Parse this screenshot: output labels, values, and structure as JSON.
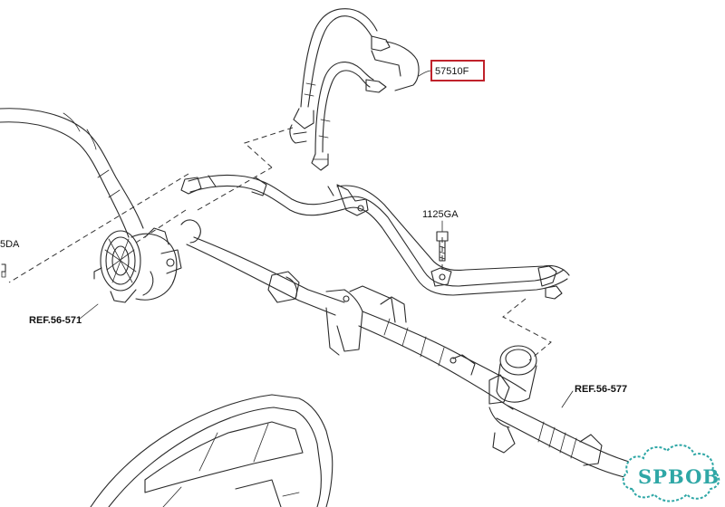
{
  "labels": {
    "part_main": "57510F",
    "part_bolt": "1125GA",
    "part_left": "5DA",
    "ref_pump": "REF.56-571",
    "ref_gear": "REF.56-577"
  },
  "watermark": {
    "text": "SPBOB",
    "color": "#2fa7a6"
  },
  "colors": {
    "highlight_box": "#c0222b",
    "line": "#2a2a2a"
  }
}
